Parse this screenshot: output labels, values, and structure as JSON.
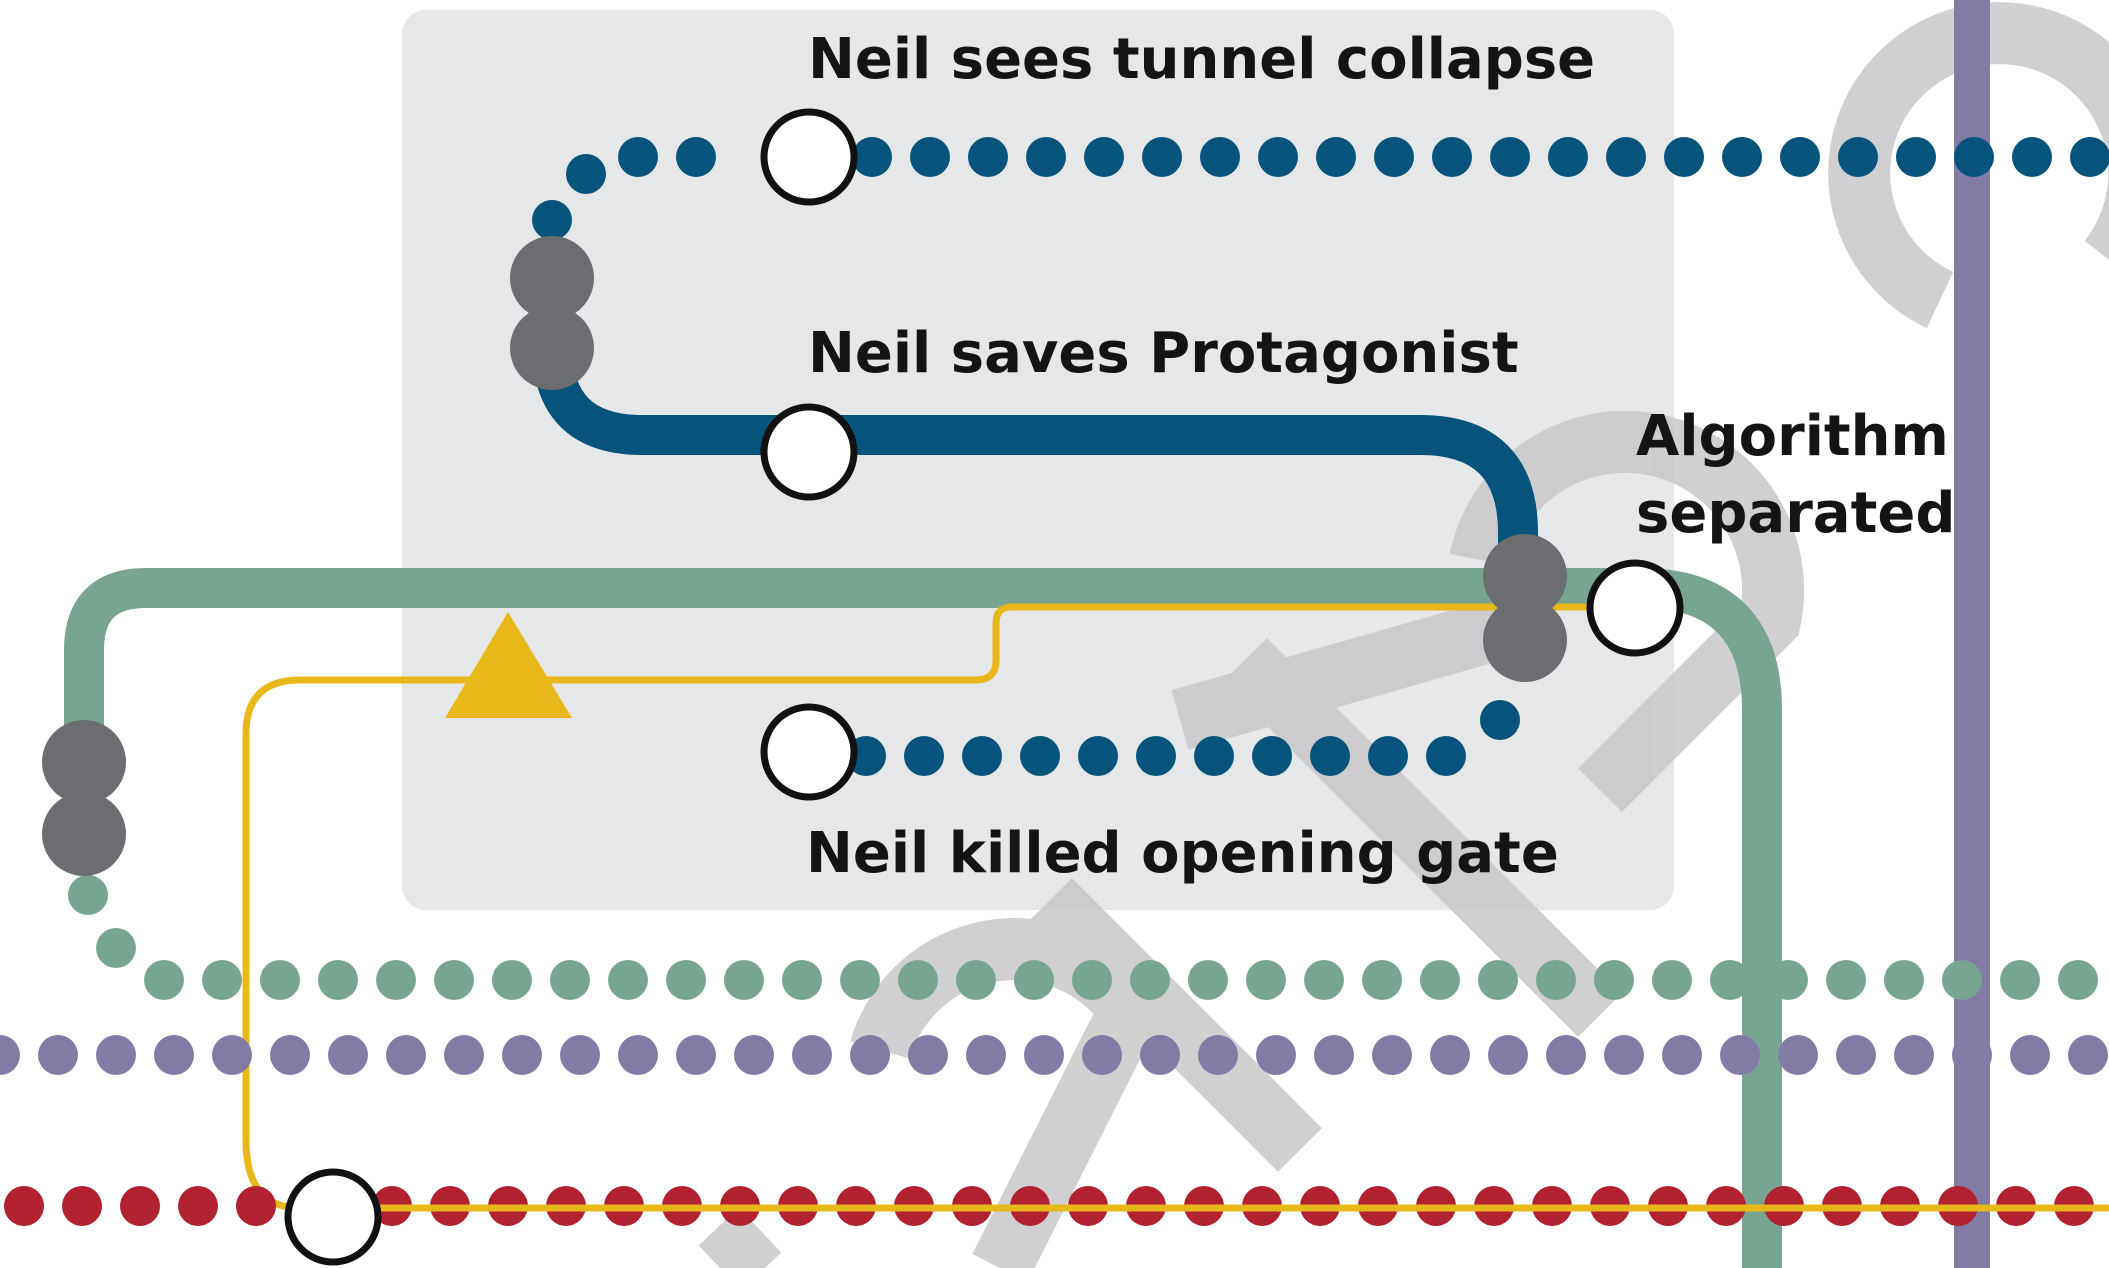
{
  "labels": {
    "tunnel_collapse": "Neil sees tunnel collapse",
    "saves_protagonist": "Neil saves Protagonist",
    "algorithm_line1": "Algorithm",
    "algorithm_line2": "separated",
    "killed_gate": "Neil killed opening gate"
  },
  "colors": {
    "blue_line": "#06547B",
    "green_line": "#77A592",
    "purple_line": "#827BA6",
    "red_line": "#B1212F",
    "yellow_line": "#E8B81A",
    "junction_gray": "#6C6D71",
    "panel_bg": "#E6E7E9",
    "watermark": "#C8C8CA"
  },
  "watermark": "matic"
}
